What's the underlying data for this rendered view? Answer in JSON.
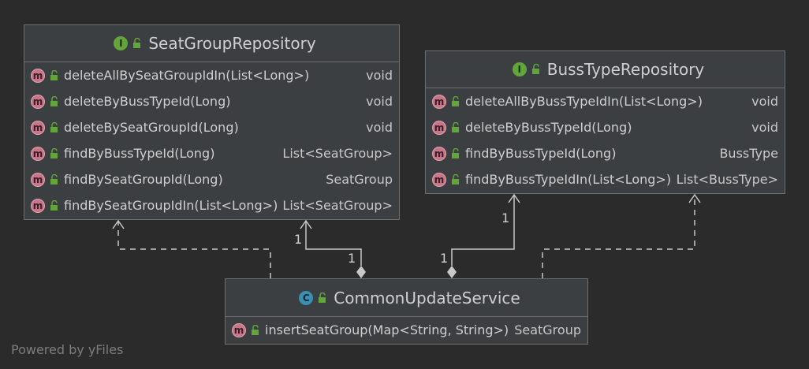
{
  "footer": "Powered by yFiles",
  "nodes": {
    "seat_group_repository": {
      "title": "SeatGroupRepository",
      "kind_badge": "I",
      "methods": [
        {
          "name": "deleteAllBySeatGroupIdIn(List<Long>)",
          "type": "void"
        },
        {
          "name": "deleteByBussTypeId(Long)",
          "type": "void"
        },
        {
          "name": "deleteBySeatGroupId(Long)",
          "type": "void"
        },
        {
          "name": "findByBussTypeId(Long)",
          "type": "List<SeatGroup>"
        },
        {
          "name": "findBySeatGroupId(Long)",
          "type": "SeatGroup"
        },
        {
          "name": "findBySeatGroupIdIn(List<Long>)",
          "type": "List<SeatGroup>"
        }
      ]
    },
    "buss_type_repository": {
      "title": "BussTypeRepository",
      "kind_badge": "I",
      "methods": [
        {
          "name": "deleteAllByBussTypeIdIn(List<Long>)",
          "type": "void"
        },
        {
          "name": "deleteByBussTypeId(Long)",
          "type": "void"
        },
        {
          "name": "findByBussTypeId(Long)",
          "type": "BussType"
        },
        {
          "name": "findByBussTypeIdIn(List<Long>)",
          "type": "List<BussType>"
        }
      ]
    },
    "common_update_service": {
      "title": "CommonUpdateService",
      "kind_badge": "C",
      "methods": [
        {
          "name": "insertSeatGroup(Map<String, String>)",
          "type": "SeatGroup"
        }
      ]
    }
  },
  "method_badge": "m",
  "edge_labels": {
    "seatgroup_target": "1",
    "seatgroup_source": "1",
    "busstype_target": "1",
    "busstype_source": "1"
  },
  "colors": {
    "background": "#2b2b2b",
    "node_fill": "#3c3f41",
    "border": "#6e6e6e",
    "edge": "#c8c8c8",
    "interface_badge": "#62a53a",
    "class_badge": "#3b8fb3",
    "method_badge": "#c7768a",
    "lock": "#62a53a"
  }
}
